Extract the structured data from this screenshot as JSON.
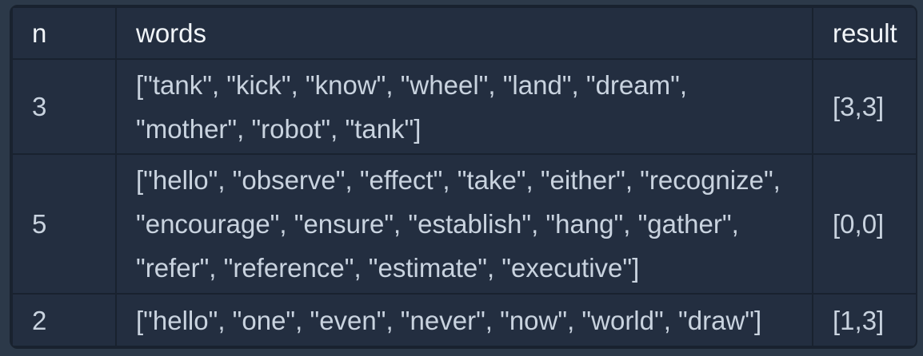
{
  "page": {
    "background": "#2c3949"
  },
  "colors": {
    "page_bg": "#2c3949",
    "cell_bg": "#232e40",
    "border": "#19222f",
    "header_text": "#f1f5f9",
    "body_text": "#c9d3df"
  },
  "table": {
    "columns": [
      {
        "label": "n"
      },
      {
        "label": "words"
      },
      {
        "label": "result"
      }
    ],
    "rows": [
      {
        "n": "3",
        "words": "[\"tank\", \"kick\", \"know\", \"wheel\", \"land\", \"dream\", \"mother\", \"robot\", \"tank\"]",
        "result": "[3,3]"
      },
      {
        "n": "5",
        "words": "[\"hello\", \"observe\", \"effect\", \"take\", \"either\", \"recognize\", \"encourage\", \"ensure\", \"establish\", \"hang\", \"gather\", \"refer\", \"reference\", \"estimate\", \"executive\"]",
        "result": "[0,0]"
      },
      {
        "n": "2",
        "words": "[\"hello\", \"one\", \"even\", \"never\", \"now\", \"world\", \"draw\"]",
        "result": "[1,3]"
      }
    ]
  }
}
